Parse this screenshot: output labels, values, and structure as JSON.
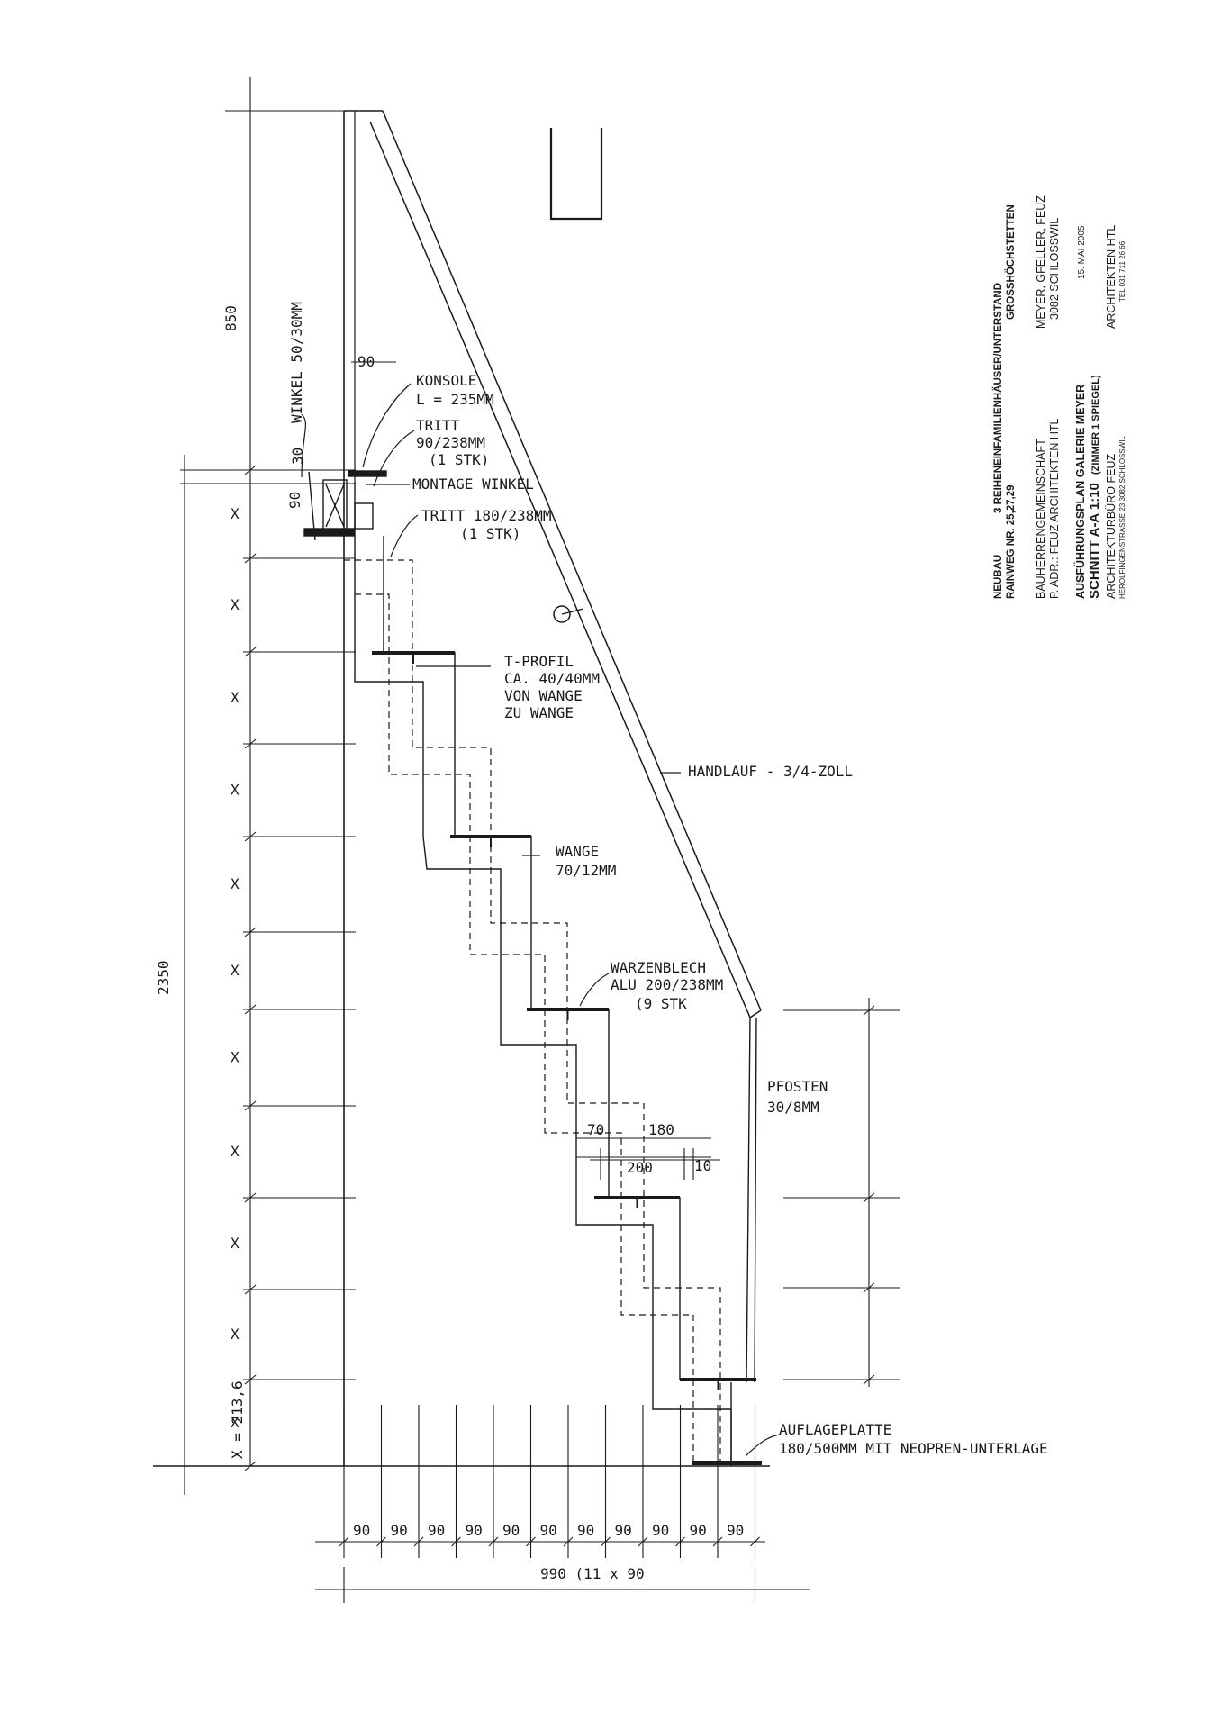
{
  "title_block": {
    "neubau": "NEUBAU",
    "project": "3 REIHENEINFAMILIENHÄUSER/UNTERSTAND",
    "address": "RAINWEG NR. 25,27,29",
    "place": "GROSSHÖCHSTETTEN",
    "client_label": "BAUHERRENGEMEINSCHAFT",
    "client_names": "MEYER, GFELLER, FEUZ",
    "client_address_label": "P. ADR.: FEUZ ARCHITEKTEN HTL",
    "client_address_place": "3082 SCHLOSSWIL",
    "plan_title": "AUSFÜHRUNGSPLAN GALERIE MEYER",
    "date": "15. MAI 2005",
    "section": "SCHNITT A-A  1:10",
    "section_note": "(ZIMMER 1 SPIEGEL)",
    "office": "ARCHITEKTURBÜRO  FEUZ",
    "office_title": "ARCHITEKTEN HTL",
    "office_address": "HEROLFINGENSTRASSE 23  3082 SCHLOSSWIL",
    "office_phone": "TEL 031 711 26 66"
  },
  "annotations": {
    "konsole_1": "KONSOLE",
    "konsole_2": "L = 235MM",
    "tritt1_1": "TRITT",
    "tritt1_2": "90/238MM",
    "tritt1_3": "(1 STK)",
    "montage": "MONTAGE WINKEL",
    "tritt2_1": "TRITT 180/238MM",
    "tritt2_2": "(1 STK)",
    "tprofil_1": "T-PROFIL",
    "tprofil_2": "CA. 40/40MM",
    "tprofil_3": "VON WANGE",
    "tprofil_4": "ZU WANGE",
    "handlauf": "HANDLAUF - 3/4-ZOLL",
    "wange_1": "WANGE",
    "wange_2": "70/12MM",
    "warzen_1": "WARZENBLECH",
    "warzen_2": "ALU 200/238MM",
    "warzen_3": "(9 STK",
    "pfosten_1": "PFOSTEN",
    "pfosten_2": "30/8MM",
    "auflage_1": "AUFLAGEPLATTE",
    "auflage_2": "180/500MM MIT NEOPREN-UNTERLAGE",
    "winkel": "WINKEL 50/30MM"
  },
  "dimensions": {
    "top_height": "850",
    "total_height": "2350",
    "riser": "X",
    "riser_value": "X = 213,6",
    "konsole_width": "90",
    "winkel_height": "30",
    "winkel_depth": "90",
    "wange_width": "70",
    "step_180": "180",
    "step_200": "200",
    "step_10": "10",
    "goings": [
      "90",
      "90",
      "90",
      "90",
      "90",
      "90",
      "90",
      "90",
      "90",
      "90",
      "90"
    ],
    "total_going": "990 (11 x 90"
  }
}
